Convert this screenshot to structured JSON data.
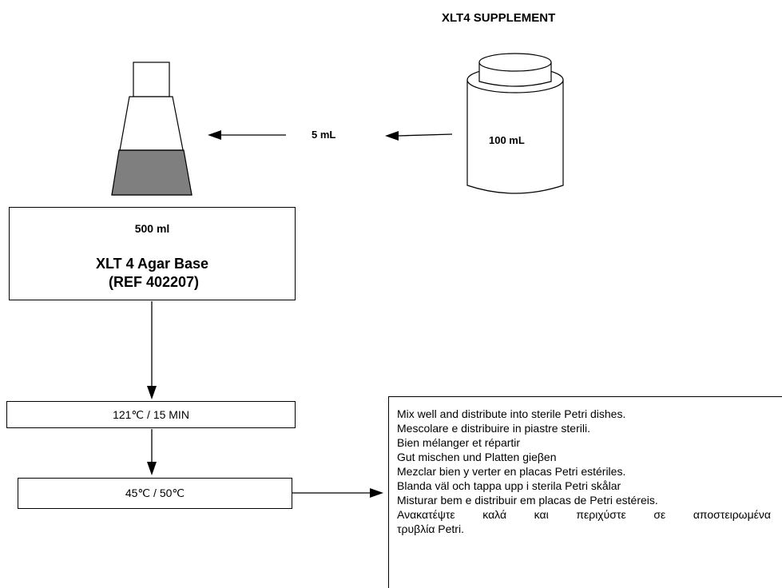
{
  "supplement": {
    "title": "XLT4 SUPPLEMENT",
    "vial_volume": "100 mL",
    "transfer_volume": "5 mL"
  },
  "base": {
    "volume": "500 ml",
    "name": "XLT 4 Agar Base",
    "ref": "(REF 402207)"
  },
  "steps": {
    "sterilize": "121℃ / 15 MIN",
    "cool": "45℃ / 50℃"
  },
  "instructions": [
    "Mix well and distribute into sterile Petri dishes.",
    "Mescolare e distribuire in piastre sterili.",
    "Bien mélanger et répartir",
    "Gut mischen und Platten gieβen",
    "Mezclar bien y verter en placas Petri estériles.",
    "Blanda väl och tappa upp i sterila Petri skålar",
    "Misturar bem e distribuir em placas de Petri estéreis.",
    "Ανακατέψτε καλά και περιχύστε σε αποστειρωμένα",
    "τρυβλία Petri."
  ],
  "colors": {
    "liquid_fill": "#7f7f7f",
    "line": "#000000"
  }
}
